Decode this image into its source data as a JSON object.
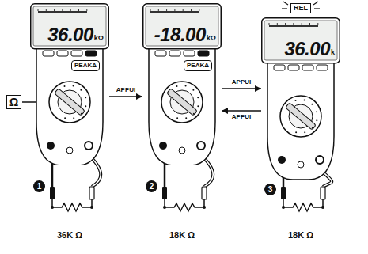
{
  "diagram": {
    "nodes": [
      {
        "text": [
          "36.00",
          "kΩ"
        ]
      },
      {
        "text": [
          "-18.00",
          "kΩ"
        ]
      },
      {
        "text": [
          "36.00",
          "k"
        ]
      }
    ],
    "edges": [
      {
        "from": 0,
        "to": 1,
        "arrow": "to",
        "label": "APPUI"
      },
      {
        "from": 1,
        "to": 2,
        "arrow": "to",
        "label": "APPUI"
      },
      {
        "from": 2,
        "to": 1,
        "arrow": "to",
        "label": "APPUI"
      }
    ],
    "labels": [
      "Ω",
      "PEAKΔ",
      "1",
      "36K Ω",
      "PEAKΔ",
      "2",
      "18K Ω",
      "REL",
      "3",
      "18K Ω"
    ]
  }
}
